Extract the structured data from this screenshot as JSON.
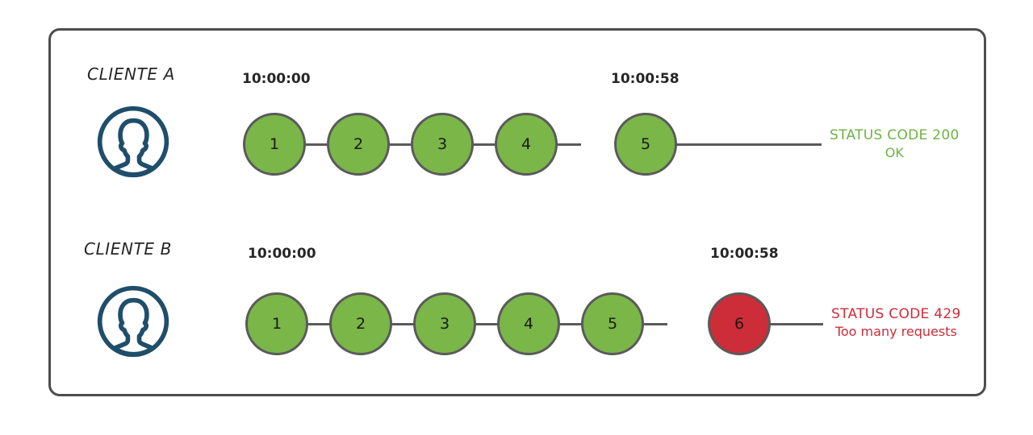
{
  "diagram": {
    "title_hidden": "",
    "colors": {
      "node_ok": "#7ab648",
      "node_fail": "#cc2d38",
      "node_stroke": "#5a5a5a",
      "frame_stroke": "#4d4d4d",
      "avatar": "#1f4e6b",
      "status_ok_text": "#6fb245",
      "status_fail_text": "#cc2d38",
      "label_text": "#262626"
    },
    "rows": [
      {
        "id": "client-a",
        "client_label": "CLIENTE A",
        "avatar_icon": "user-avatar-icon",
        "start_time": "10:00:00",
        "end_time": "10:00:58",
        "nodes": [
          {
            "label": "1",
            "state": "ok"
          },
          {
            "label": "2",
            "state": "ok"
          },
          {
            "label": "3",
            "state": "ok"
          },
          {
            "label": "4",
            "state": "ok"
          },
          {
            "label": "5",
            "state": "ok"
          }
        ],
        "status": {
          "state": "ok",
          "line1": "STATUS CODE 200",
          "line2": "OK"
        }
      },
      {
        "id": "client-b",
        "client_label": "CLIENTE B",
        "avatar_icon": "user-avatar-icon",
        "start_time": "10:00:00",
        "end_time": "10:00:58",
        "nodes": [
          {
            "label": "1",
            "state": "ok"
          },
          {
            "label": "2",
            "state": "ok"
          },
          {
            "label": "3",
            "state": "ok"
          },
          {
            "label": "4",
            "state": "ok"
          },
          {
            "label": "5",
            "state": "ok"
          },
          {
            "label": "6",
            "state": "fail"
          }
        ],
        "status": {
          "state": "fail",
          "line1": "STATUS CODE 429",
          "line2": "Too many requests"
        }
      }
    ]
  }
}
